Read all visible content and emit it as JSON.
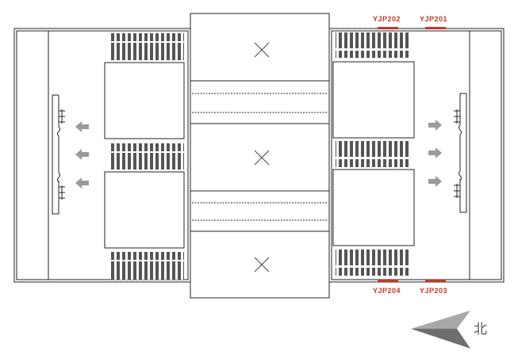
{
  "labels": {
    "top_left": "YJP202",
    "top_right": "YJP201",
    "bottom_left": "YJP204",
    "bottom_right": "YJP203"
  },
  "compass": {
    "north": "北"
  },
  "icons": {
    "arrow_left": "flow-arrow-left-icon",
    "arrow_right": "flow-arrow-right-icon",
    "cross": "empty-bay-cross-icon",
    "compass": "compass-arrow-icon"
  },
  "colors": {
    "line": "#222222",
    "label": "#c0392b",
    "arrow": "#9a9a9a",
    "compass": "#8a8a8a"
  }
}
